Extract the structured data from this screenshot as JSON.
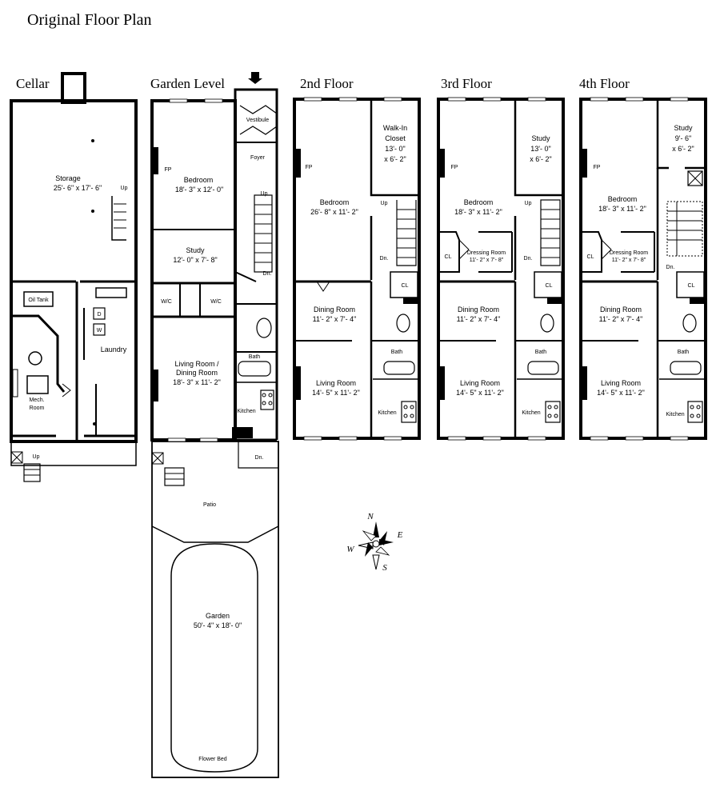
{
  "title": "Original Floor Plan",
  "floors": {
    "cellar": {
      "title": "Cellar",
      "storage": "Storage",
      "storage_dim": "25'- 6\" x 17'- 6\"",
      "up": "Up",
      "oil_tank": "Oil Tank",
      "laundry": "Laundry",
      "mech_1": "Mech.",
      "mech_2": "Room",
      "dryer": "D",
      "washer": "W",
      "up_out": "Up"
    },
    "garden": {
      "title": "Garden Level",
      "vestibule": "Vestibule",
      "foyer": "Foyer",
      "fp": "FP",
      "bedroom": "Bedroom",
      "bedroom_dim": "18'- 3\" x 12'- 0\"",
      "up": "Up",
      "dn": "Dn.",
      "study": "Study",
      "study_dim": "12'- 0\" x 7'- 8\"",
      "wic1": "W/C",
      "wic2": "W/C",
      "living_1": "Living Room /",
      "living_2": "Dining Room",
      "living_dim": "18'- 3\" x 11'- 2\"",
      "bath": "Bath",
      "kitchen": "Kitchen",
      "dn_out": "Dn.",
      "patio": "Patio",
      "garden": "Garden",
      "garden_dim": "50'- 4\" x 18'- 0\"",
      "flower_bed": "Flower Bed"
    },
    "second": {
      "title": "2nd Floor",
      "fp": "FP",
      "closet_1": "Walk-In",
      "closet_2": "Closet",
      "closet_dim1": "13'- 0\"",
      "closet_dim2": "x 6'- 2\"",
      "bedroom": "Bedroom",
      "bedroom_dim": "26'- 8\" x 11'- 2\"",
      "up": "Up",
      "dn": "Dn.",
      "cl": "CL",
      "dining": "Dining Room",
      "dining_dim": "11'- 2\" x 7'- 4\"",
      "bath": "Bath",
      "living": "Living Room",
      "living_dim": "14'- 5\" x 11'- 2\"",
      "kitchen": "Kitchen"
    },
    "third": {
      "title": "3rd Floor",
      "fp": "FP",
      "study": "Study",
      "study_dim1": "13'- 0\"",
      "study_dim2": "x 6'- 2\"",
      "bedroom": "Bedroom",
      "bedroom_dim": "18'- 3\" x 11'- 2\"",
      "up": "Up",
      "dressing": "Dressing Room",
      "dressing_dim": "11'- 2\" x 7'- 8\"",
      "cl": "CL",
      "dn": "Dn.",
      "cl2": "CL",
      "dining": "Dining Room",
      "dining_dim": "11'- 2\" x 7'- 4\"",
      "bath": "Bath",
      "living": "Living Room",
      "living_dim": "14'- 5\" x 11'- 2\"",
      "kitchen": "Kitchen"
    },
    "fourth": {
      "title": "4th Floor",
      "fp": "FP",
      "study": "Study",
      "study_dim1": "9'- 6\"",
      "study_dim2": "x 6'- 2\"",
      "bedroom": "Bedroom",
      "bedroom_dim": "18'- 3\" x 11'- 2\"",
      "dressing": "Dressing Room",
      "dressing_dim": "11'- 2\" x 7'- 8\"",
      "cl": "CL",
      "dn": "Dn.",
      "cl2": "CL",
      "dining": "Dining Room",
      "dining_dim": "11'- 2\" x 7'- 4\"",
      "bath": "Bath",
      "living": "Living Room",
      "living_dim": "14'- 5\" x 11'- 2\"",
      "kitchen": "Kitchen"
    }
  },
  "compass": {
    "n": "N",
    "s": "S",
    "e": "E",
    "w": "W"
  }
}
